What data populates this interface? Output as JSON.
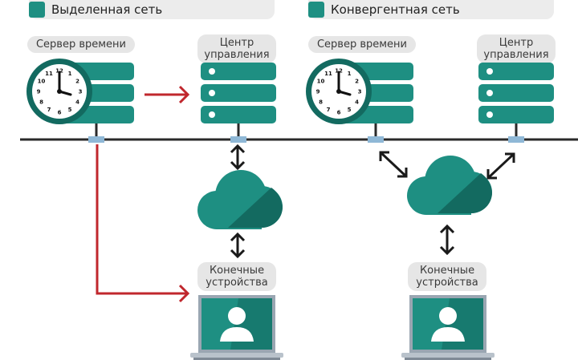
{
  "headers": {
    "dedicated": "Выделенная сеть",
    "converged": "Конвергентная сеть"
  },
  "labels": {
    "time_server_left": "Сервер времени",
    "control_center_left_line1": "Центр",
    "control_center_left_line2": "управления",
    "end_devices_left_line1": "Конечные",
    "end_devices_left_line2": "устройства",
    "time_server_right": "Сервер времени",
    "control_center_right_line1": "Центр",
    "control_center_right_line2": "управления",
    "end_devices_right_line1": "Конечные",
    "end_devices_right_line2": "устройства"
  },
  "clock": {
    "numbers": [
      "12",
      "1",
      "2",
      "3",
      "4",
      "5",
      "6",
      "7",
      "8",
      "9",
      "10",
      "11"
    ]
  },
  "colors": {
    "teal": "#1e8f82",
    "teal_dark": "#136a60",
    "red_arrow": "#c0272d",
    "black_arrow": "#1a1a1a",
    "pill_bg": "#e6e6e6"
  }
}
